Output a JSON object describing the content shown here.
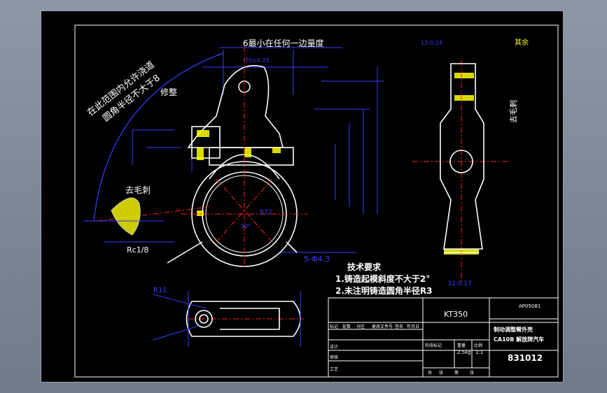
{
  "annotations": {
    "top_dim_note": "6最小在任何一边量度",
    "arc_note_1": "在此范围内允许浇道",
    "arc_note_2": "圆角半径不大于8",
    "trim": "修整",
    "deburr_left": "去毛刺",
    "deburr_right": "去毛刺",
    "roughness_mark": "其余",
    "dim_70": "70±0.25",
    "dim_r11": "R11",
    "dim_rc": "Rc1/8",
    "dim_holes": "5-Φ4.3",
    "dim_32": "32-0.17",
    "dim_12": "12-0.24",
    "dim_r72": "R72",
    "dim_30": "30°"
  },
  "tech_requirements": {
    "title": "技术要求",
    "items": [
      "1.铸造起模斜度不大于2°",
      "2.未注明铸造圆角半径R3"
    ]
  },
  "title_block": {
    "material": "KT350",
    "drawing_code": "AP05081",
    "part_name": "制动调整臂外壳",
    "product_name": "CA10B 解放牌汽车",
    "drawing_number": "831012",
    "scale": "1:1",
    "weight": "2.5kg",
    "row_labels": [
      "标记",
      "处数",
      "分区",
      "更改文件号",
      "签名",
      "年月日"
    ],
    "left_labels": [
      "设计",
      "审核",
      "工艺"
    ],
    "bottom_labels": [
      "共",
      "张",
      "第",
      "张"
    ],
    "header_labels": [
      "阶段标记",
      "重量",
      "比例"
    ]
  },
  "colors": {
    "background": "#000000",
    "outline": "#ffffff",
    "dimension": "#3b3bff",
    "centerline": "#ff2020",
    "hatch": "#ffff00",
    "border_gradient": "#8d97a6"
  }
}
